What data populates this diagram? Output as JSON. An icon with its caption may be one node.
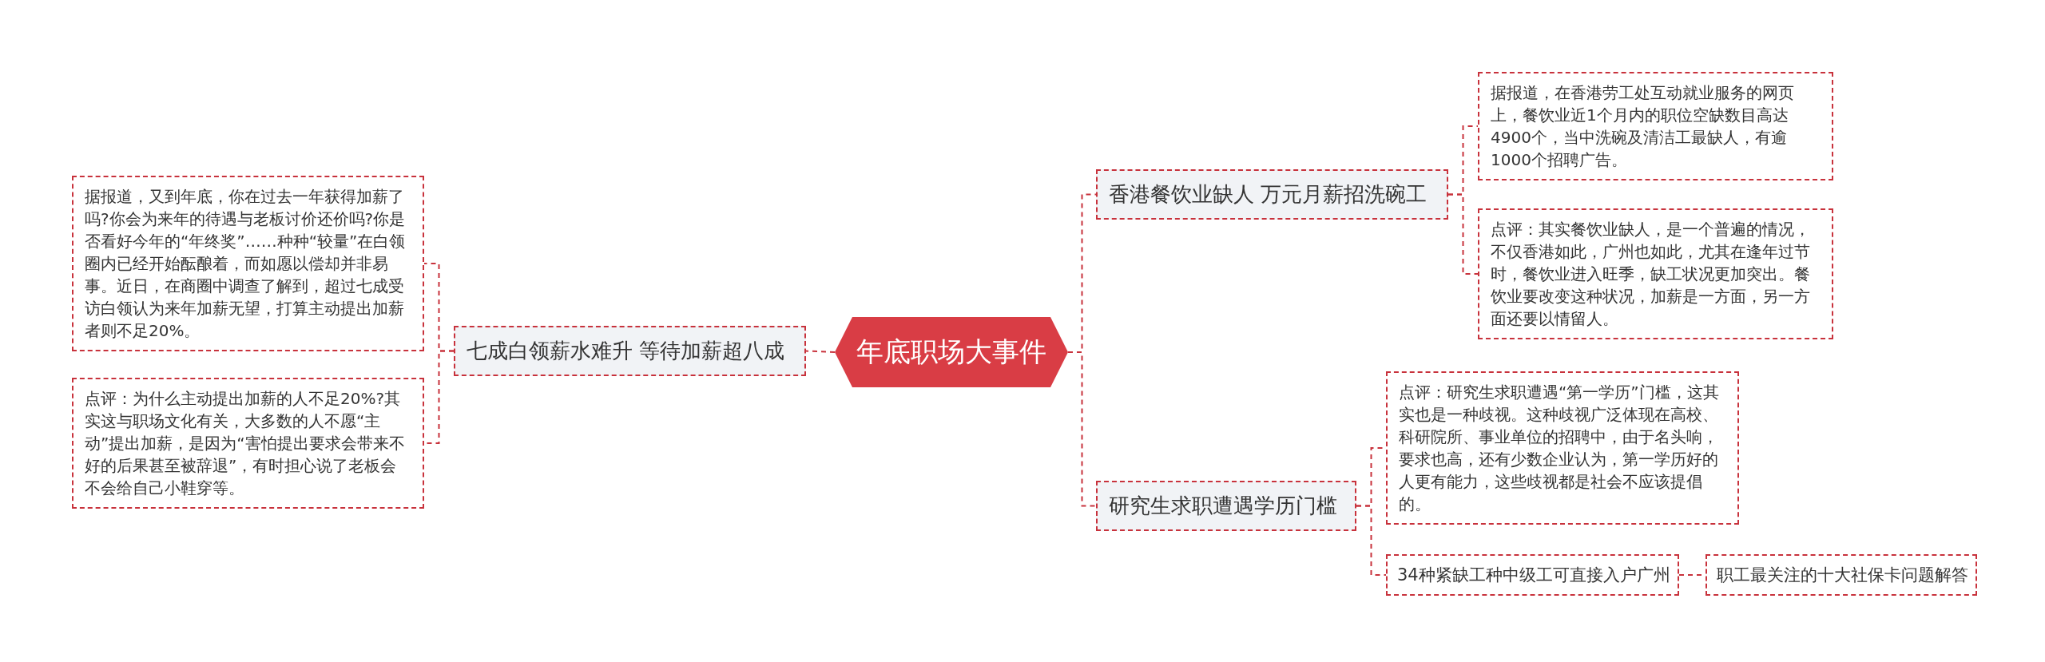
{
  "diagram": {
    "nodes": [
      {
        "text": [
          "年底职场大事件"
        ]
      },
      {
        "text": [
          "七成白领薪水难升 等待加薪超八成"
        ]
      },
      {
        "text": [
          "据报道，又到年底，你在过去一年获得加薪了吗?你会为来年的待遇与老板讨价还价吗?你是否看好今年的“年终奖”……种种“较量”在白领圈内已经开始酝酿着，而如愿以偿却并非易事。近日，在商圈中调查了解到，超过七成受访白领认为来年加薪无望，打算主动提出加薪者则不足20%。"
        ]
      },
      {
        "text": [
          "点评：为什么主动提出加薪的人不足20%?其实这与职场文化有关，大多数的人不愿“主动”提出加薪，是因为“害怕提出要求会带来不好的后果甚至被辞退”，有时担心说了老板会不会给自己小鞋穿等。"
        ]
      },
      {
        "text": [
          "香港餐饮业缺人 万元月薪招洗碗工"
        ]
      },
      {
        "text": [
          "据报道，在香港劳工处互动就业服务的网页上，餐饮业近1个月内的职位空缺数目高达4900个，当中洗碗及清洁工最缺人，有逾1000个招聘广告。"
        ]
      },
      {
        "text": [
          "点评：其实餐饮业缺人，是一个普遍的情况，不仅香港如此，广州也如此，尤其在逢年过节时，餐饮业进入旺季，缺工状况更加突出。餐饮业要改变这种状况，加薪是一方面，另一方面还要以情留人。"
        ]
      },
      {
        "text": [
          "研究生求职遭遇学历门槛"
        ]
      },
      {
        "text": [
          "点评：研究生求职遭遇“第一学历”门槛，这其实也是一种歧视。这种歧视广泛体现在高校、科研院所、事业单位的招聘中，由于名头响，要求也高，还有少数企业认为，第一学历好的人更有能力，这些歧视都是社会不应该提倡的。"
        ]
      },
      {
        "text": [
          "34种紧缺工种中级工可直接入户广州"
        ]
      },
      {
        "text": [
          "职工最关注的十大社保卡问题解答"
        ]
      }
    ],
    "edges": [
      {
        "from": 0,
        "to": 1,
        "arrow": "none"
      },
      {
        "from": 1,
        "to": 2,
        "arrow": "none"
      },
      {
        "from": 1,
        "to": 3,
        "arrow": "none"
      },
      {
        "from": 0,
        "to": 4,
        "arrow": "none"
      },
      {
        "from": 4,
        "to": 5,
        "arrow": "none"
      },
      {
        "from": 4,
        "to": 6,
        "arrow": "none"
      },
      {
        "from": 0,
        "to": 7,
        "arrow": "none"
      },
      {
        "from": 7,
        "to": 8,
        "arrow": "none"
      },
      {
        "from": 7,
        "to": 9,
        "arrow": "none"
      },
      {
        "from": 9,
        "to": 10,
        "arrow": "none"
      }
    ]
  }
}
